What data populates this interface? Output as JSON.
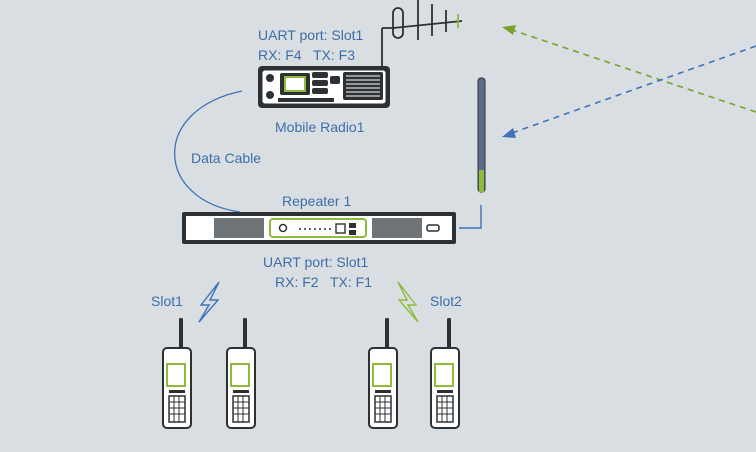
{
  "colors": {
    "background": "#d9dee2",
    "label_blue": "#3d6ea8",
    "device_dark": "#2e3134",
    "accent_green": "#8dbb3a",
    "link_blue": "#3f72b8",
    "link_green": "#7aa22f"
  },
  "mobile_radio": {
    "uart_line": "UART port: Slot1",
    "freq_line": "RX: F4   TX: F3",
    "name": "Mobile Radio1"
  },
  "data_cable": {
    "label": "Data Cable"
  },
  "repeater": {
    "name": "Repeater 1",
    "uart_line": "UART port: Slot1",
    "freq_line": "RX: F2   TX: F1"
  },
  "slots": {
    "left": "Slot1",
    "right": "Slot2"
  },
  "icons": [
    "antenna-icon",
    "whip-antenna-icon",
    "lightning-icon",
    "handheld-radio-icon"
  ]
}
